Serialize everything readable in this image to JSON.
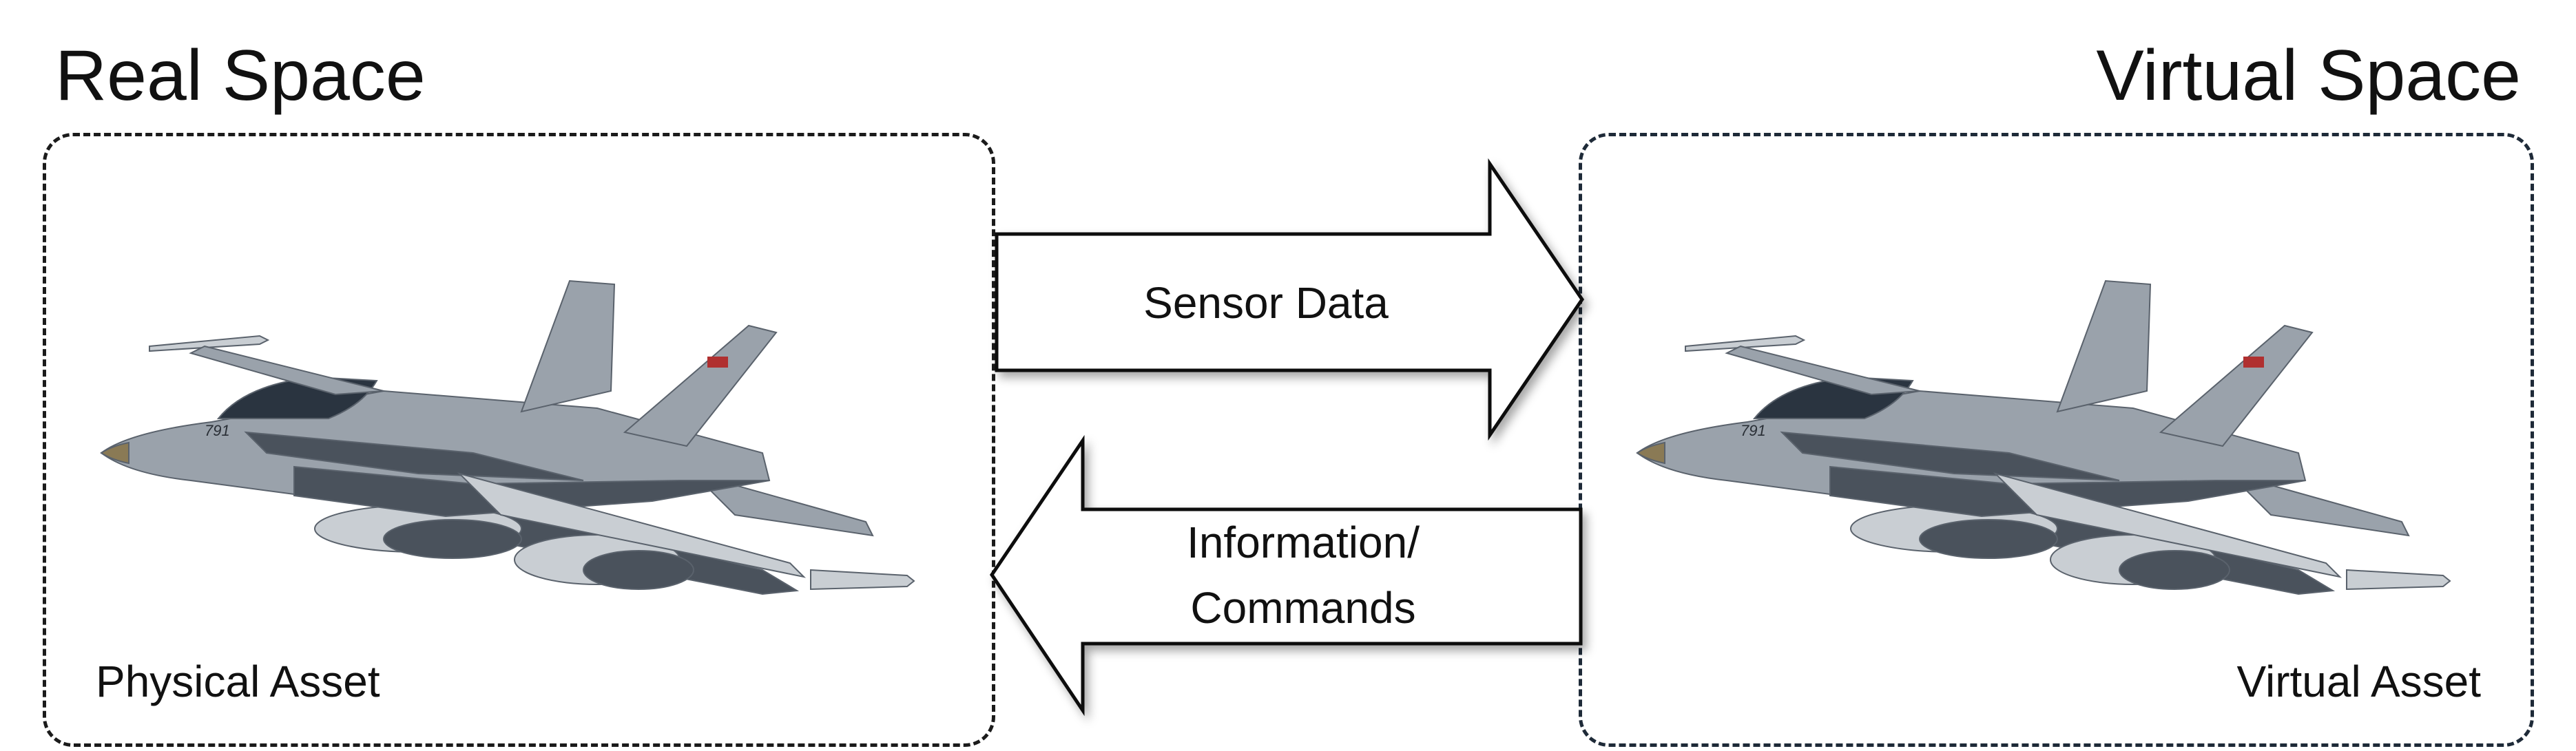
{
  "titles": {
    "real": "Real Space",
    "virtual": "Virtual Space"
  },
  "assets": {
    "physical": "Physical Asset",
    "virtual": "Virtual Asset",
    "tail_number": "791"
  },
  "arrows": {
    "forward_label": "Sensor Data",
    "back_label_line1": "Information/",
    "back_label_line2": "Commands"
  },
  "colors": {
    "jet_body": "#9aa2ab",
    "jet_shadow": "#4a525c",
    "jet_light": "#c9ced3",
    "canopy": "#2a3440"
  },
  "icons": {
    "jet": "fighter-jet-icon",
    "flag": "maple-leaf-icon"
  }
}
